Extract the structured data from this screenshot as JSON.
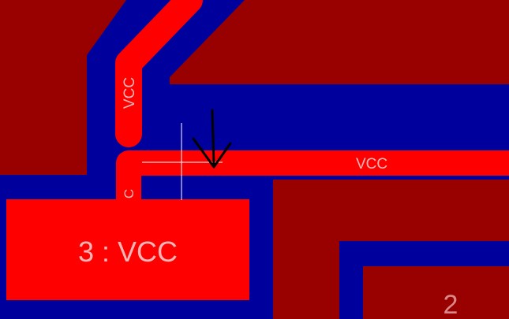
{
  "board": {
    "colors": {
      "copper_pour": "#990000",
      "clearance": "#00009c",
      "trace": "#ff0000",
      "label": "#f2b6b6",
      "crosshair": "#ffffff",
      "cursor_arrow": "#000000"
    },
    "trace_upper_label": "VCC",
    "trace_lower_label": "VCC",
    "trace_stub_label": "C",
    "pad_label": "3 : VCC",
    "pad2_label": "2"
  },
  "cursor": {
    "icon": "down-arrow-cursor-icon"
  }
}
